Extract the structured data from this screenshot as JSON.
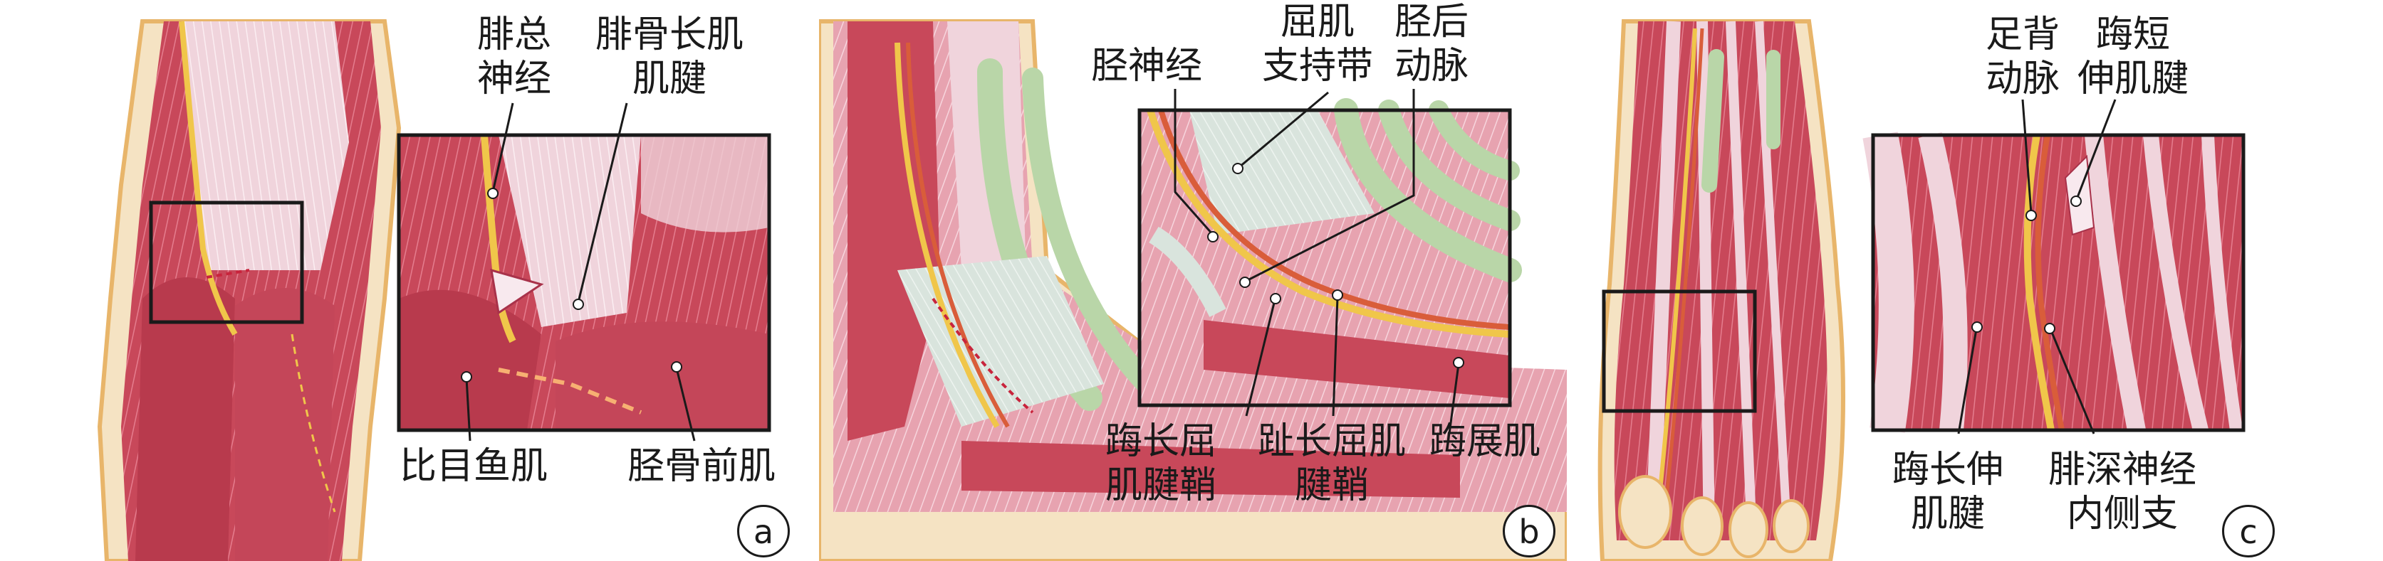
{
  "panels": [
    {
      "id": "a",
      "badge": "a",
      "labels": {
        "common_peroneal_nerve": "腓总\n神经",
        "peroneus_longus_tendon": "腓骨长肌\n肌腱",
        "soleus": "比目鱼肌",
        "tibialis_anterior": "胫骨前肌"
      }
    },
    {
      "id": "b",
      "badge": "b",
      "labels": {
        "tibial_nerve": "胫神经",
        "flexor_retinaculum": "屈肌\n支持带",
        "posterior_tibial_artery": "胫后\n动脉",
        "fhl_sheath": "踇长屈\n肌腱鞘",
        "fdl_sheath": "趾长屈肌\n腱鞘",
        "abductor_hallucis": "踇展肌"
      }
    },
    {
      "id": "c",
      "badge": "c",
      "labels": {
        "dorsalis_pedis_artery": "足背\n动脉",
        "ehb_tendon": "踇短\n伸肌腱",
        "ehl_tendon": "踇长伸\n肌腱",
        "dpn_medial_branch": "腓深神经\n内侧支"
      }
    }
  ],
  "colors": {
    "muscle": "#c8485a",
    "muscle_light": "#e7a3b0",
    "tendon": "#f2dde3",
    "retinaculum": "#d9e4dd",
    "sheath": "#b9d6a8",
    "skin": "#f5e3c3",
    "skin_edge": "#e8b56a",
    "nerve": "#f0c64a",
    "artery": "#d95d3a",
    "line": "#1a1a1a"
  }
}
